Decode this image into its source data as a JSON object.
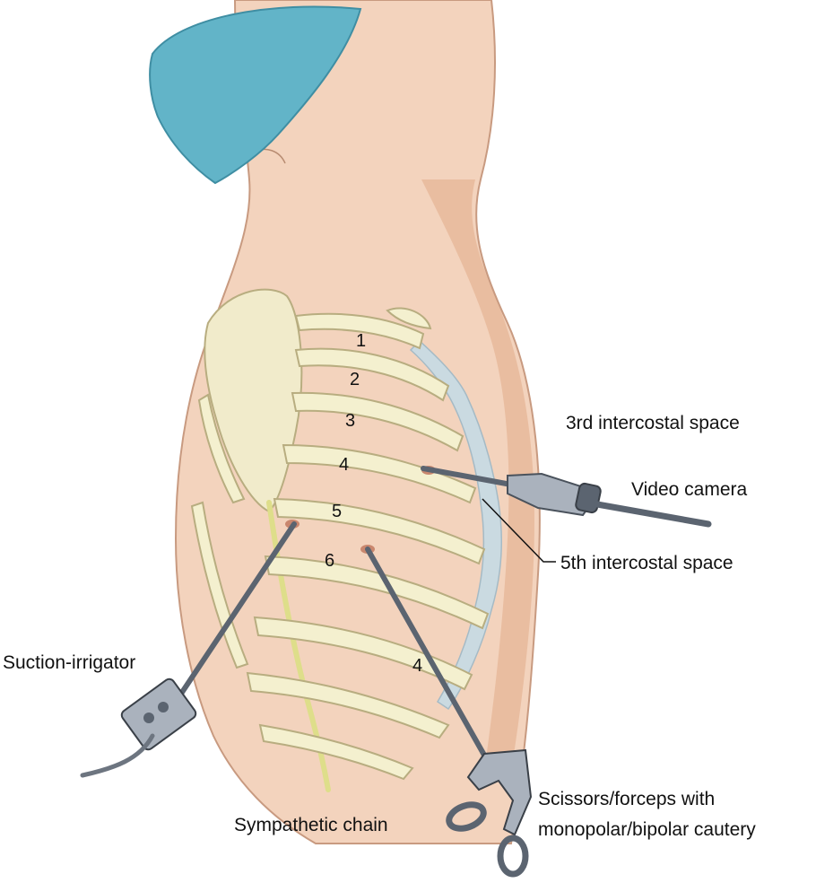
{
  "labels": {
    "intercostal_3": "3rd intercostal space",
    "video_camera": "Video camera",
    "intercostal_5": "5th intercostal space",
    "suction_irrigator": "Suction-irrigator",
    "sympathetic_chain": "Sympathetic chain",
    "scissors_line1": "Scissors/forceps with",
    "scissors_line2": "monopolar/bipolar cautery"
  },
  "rib_numbers": {
    "r1": "1",
    "r2": "2",
    "r3": "3",
    "r4": "4",
    "r5": "5",
    "r6": "6",
    "r4_front": "4"
  },
  "colors": {
    "skin": "#f3d3bd",
    "skin_shadow": "#e3ad8f",
    "drape": "#62b4c8",
    "bone": "#f4f0cf",
    "bone_outline": "#b8ad80",
    "cartilage": "#c6dbe6",
    "instrument": "#5b6470",
    "instrument_light": "#aab2bd",
    "sympathetic_chain": "#dede8a"
  }
}
